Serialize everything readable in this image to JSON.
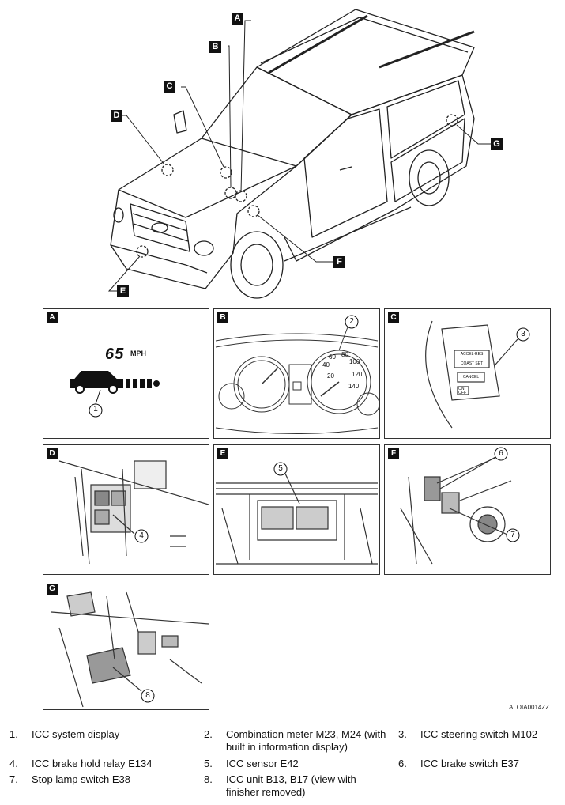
{
  "vehicle_callouts": [
    "A",
    "B",
    "C",
    "D",
    "E",
    "F",
    "G"
  ],
  "panels": {
    "A": {
      "tag": "A",
      "speed": "65",
      "unit": "MPH",
      "callout": "1"
    },
    "B": {
      "tag": "B",
      "callout": "2",
      "gauge_marks": [
        "20",
        "40",
        "60",
        "80",
        "100",
        "120",
        "140"
      ]
    },
    "C": {
      "tag": "C",
      "callout": "3",
      "buttons": [
        "ACCEL·RES",
        "COAST SET",
        "CANCEL",
        "ON",
        "OFF"
      ]
    },
    "D": {
      "tag": "D",
      "callout": "4"
    },
    "E": {
      "tag": "E",
      "callout": "5"
    },
    "F": {
      "tag": "F",
      "callout_a": "6",
      "callout_b": "7"
    },
    "G": {
      "tag": "G",
      "callout": "8"
    }
  },
  "figure_code": "ALOIA0014ZZ",
  "legend": [
    {
      "num": "1.",
      "text": "ICC system display"
    },
    {
      "num": "2.",
      "text": "Combination meter M23, M24 (with built in information display)"
    },
    {
      "num": "3.",
      "text": "ICC steering switch M102"
    },
    {
      "num": "4.",
      "text": "ICC brake hold relay E134"
    },
    {
      "num": "5.",
      "text": "ICC sensor E42"
    },
    {
      "num": "6.",
      "text": "ICC brake switch E37"
    },
    {
      "num": "7.",
      "text": "Stop lamp switch E38"
    },
    {
      "num": "8.",
      "text": "ICC unit B13, B17 (view with finisher removed)"
    }
  ]
}
